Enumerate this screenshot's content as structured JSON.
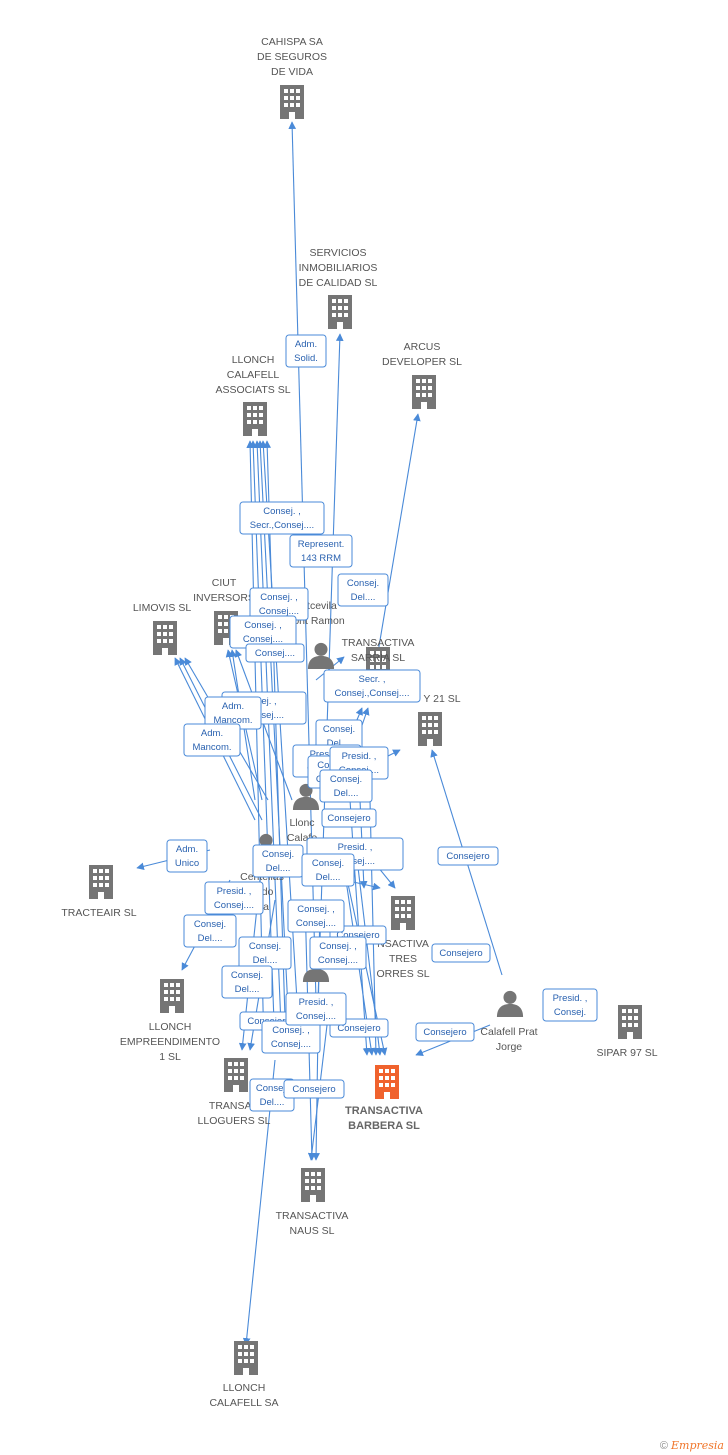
{
  "brand": {
    "copyright": "©",
    "name": "Empresia"
  },
  "colors": {
    "edge": "#4a8ad8",
    "building": "#757575",
    "highlight": "#f0622d",
    "person": "#757575"
  },
  "nodes": [
    {
      "id": "cahispa",
      "type": "company",
      "lines": [
        "CAHISPA SA",
        "DE SEGUROS",
        "DE VIDA"
      ]
    },
    {
      "id": "servicios",
      "type": "company",
      "lines": [
        "SERVICIOS",
        "INMOBILIARIOS",
        "DE CALIDAD SL"
      ]
    },
    {
      "id": "arcus",
      "type": "company",
      "lines": [
        "ARCUS",
        "DEVELOPER  SL"
      ]
    },
    {
      "id": "lloncha",
      "type": "company",
      "lines": [
        "LLONCH",
        "CALAFELL",
        "ASSOCIATS SL"
      ]
    },
    {
      "id": "ciut",
      "type": "company",
      "lines": [
        "CIUT",
        "INVERSORS"
      ]
    },
    {
      "id": "limovis",
      "type": "company",
      "lines": [
        "LIMOVIS SL"
      ]
    },
    {
      "id": "sarria",
      "type": "company",
      "lines": [
        "TRANSACTIVA",
        "SARRIA SL"
      ]
    },
    {
      "id": "y21",
      "type": "company",
      "lines": [
        "Y 21 SL"
      ]
    },
    {
      "id": "tracteair",
      "type": "company",
      "lines": [
        "TRACTEAIR  SL"
      ]
    },
    {
      "id": "tres",
      "type": "company",
      "lines": [
        "NSACTIVA",
        "TRES",
        "ORRES SL"
      ]
    },
    {
      "id": "emprend",
      "type": "company",
      "lines": [
        "LLONCH",
        "EMPREENDIMENTO",
        "1 SL"
      ]
    },
    {
      "id": "lloguers",
      "type": "company",
      "lines": [
        "TRANSAC",
        "LLOGUERS SL"
      ]
    },
    {
      "id": "barbera",
      "type": "company",
      "main": true,
      "lines": [
        "TRANSACTIVA",
        "BARBERA SL"
      ]
    },
    {
      "id": "sipar",
      "type": "company",
      "lines": [
        "SIPAR 97 SL"
      ]
    },
    {
      "id": "naus",
      "type": "company",
      "lines": [
        "TRANSACTIVA",
        "NAUS SL"
      ]
    },
    {
      "id": "llonchsa",
      "type": "company",
      "lines": [
        "LLONCH",
        "CALAFELL SA"
      ]
    },
    {
      "id": "p_montcevila",
      "type": "person",
      "lines": [
        "ntcevila",
        "ont Ramon"
      ]
    },
    {
      "id": "p_llonch",
      "type": "person",
      "lines": [
        "Llonc",
        "Calafe"
      ]
    },
    {
      "id": "p_centellas",
      "type": "person",
      "lines": [
        "Centellas",
        "vedo",
        "nia"
      ]
    },
    {
      "id": "p_jorge",
      "type": "person",
      "lines": [
        "Calafell Prat",
        "Jorge"
      ]
    },
    {
      "id": "p_hidden",
      "type": "person",
      "lines": []
    }
  ],
  "role_boxes": [
    {
      "lines": [
        "Adm.",
        "Solid."
      ]
    },
    {
      "lines": [
        "Consej. ,",
        "Secr.,Consej...."
      ]
    },
    {
      "lines": [
        "Represent.",
        "143 RRM"
      ]
    },
    {
      "lines": [
        "Consej.",
        "Del...."
      ]
    },
    {
      "lines": [
        "Consej. ,",
        "Consej...."
      ]
    },
    {
      "lines": [
        "Consej. ,",
        "Consej...."
      ]
    },
    {
      "lines": [
        "Consej...."
      ]
    },
    {
      "lines": [
        "Secr. ,",
        "Consej.,Consej...."
      ]
    },
    {
      "lines": [
        "nsej. ,",
        "Consej...."
      ]
    },
    {
      "lines": [
        "Adm.",
        "Mancom."
      ]
    },
    {
      "lines": [
        "Adm.",
        "Mancom."
      ]
    },
    {
      "lines": [
        "Consej.",
        "Del...."
      ]
    },
    {
      "lines": [
        "Presid. ,",
        "Consej...."
      ]
    },
    {
      "lines": [
        "Consej. ,",
        "Consej...."
      ]
    },
    {
      "lines": [
        "Presid. ,",
        "Consej...."
      ]
    },
    {
      "lines": [
        "Consej.",
        "Del...."
      ]
    },
    {
      "lines": [
        "Consejero"
      ]
    },
    {
      "lines": [
        "Adm.",
        "Unico"
      ]
    },
    {
      "lines": [
        "Consej.",
        "Del...."
      ]
    },
    {
      "lines": [
        "Presid. ,",
        "Consej...."
      ]
    },
    {
      "lines": [
        "Consej.",
        "Del...."
      ]
    },
    {
      "lines": [
        "Presid. ,",
        "Consej...."
      ]
    },
    {
      "lines": [
        "Consej.",
        "Del...."
      ]
    },
    {
      "lines": [
        "Consejero"
      ]
    },
    {
      "lines": [
        "Consejero"
      ]
    },
    {
      "lines": [
        "Consej. ,",
        "Consej...."
      ]
    },
    {
      "lines": [
        "Consej.",
        "Del...."
      ]
    },
    {
      "lines": [
        "Consej.",
        "Del...."
      ]
    },
    {
      "lines": [
        "Consejero"
      ]
    },
    {
      "lines": [
        "Consejero"
      ]
    },
    {
      "lines": [
        "Presid. ,",
        "Consej."
      ]
    },
    {
      "lines": [
        "Consejero"
      ]
    },
    {
      "lines": [
        "Consejero"
      ]
    },
    {
      "lines": [
        "Consej.",
        "Del...."
      ]
    },
    {
      "lines": [
        "Consej. ,",
        "Consej...."
      ]
    },
    {
      "lines": [
        "Consejero"
      ]
    },
    {
      "lines": [
        "Presid. ,",
        "Consej...."
      ]
    },
    {
      "lines": [
        "Consej. ,",
        "Consej...."
      ]
    }
  ]
}
